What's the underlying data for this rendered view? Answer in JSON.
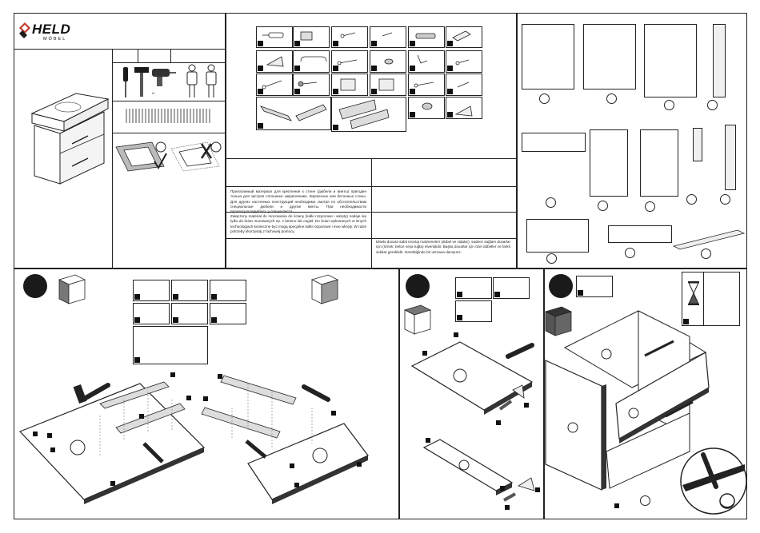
{
  "brand": {
    "name": "HELD",
    "subname": "MÖBEL"
  },
  "notes": {
    "russian": "Прилагаемый материал для крепления к стене (дюбели и винты) пригоден только для застроя сплошнее закреплению. Кирпичных или бетонные стены. Для других настенных конструкций необходимо смотря по обстоятельствам специальные дюбели и другие винты. При необходимости проконсультируйтесь у специалиста.",
    "polish": "Załączony materiał do mocowania do ściany (kołki rozporowe i wkręty) nadaje się tylko do ścian murowanych np. z betonu lub cegieł. Do ścian wykonanych w innych technologiach konieczne być mogą specjalne kołki rozporowe i inne wkręty. W razie potrzeby skorzystaj z fachowej pomocy.",
    "turkish": "Ekteki duvara sabit montaj malzemeleri (dübel ve vidalar), sadece sağlam duvarlar için (örnek: beton veya tuğla) elverişlidir. Başka duvarlar için özel dübeller ve farklı vidalar gereklidir. Gerektiğinde bir uzmana danışınız."
  },
  "colors": {
    "ink": "#1a1a1a",
    "line": "#222222",
    "paper": "#ffffff",
    "shade": "#9a9a9a"
  }
}
